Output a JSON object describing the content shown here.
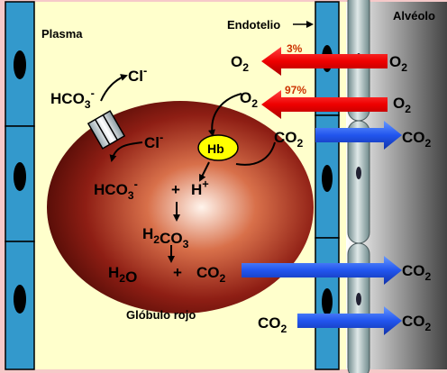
{
  "regions": {
    "plasma": "Plasma",
    "endothelium": "Endotelio",
    "alveolus": "Alvéolo",
    "red_cell": "Glóbulo rojo"
  },
  "labels": {
    "hco3_top": "HCO3-",
    "cl_top": "Cl-",
    "cl_inner": "Cl-",
    "hb": "Hb",
    "hco3_inner": "HCO3-",
    "plus_1": "+",
    "h_ion": "H+",
    "h2co3": "H2CO3",
    "h2o": "H2O",
    "plus_2": "+",
    "co2_inner": "CO2",
    "co2_hb": "CO2",
    "co2_plasma": "CO2",
    "o2_top_left": "O2",
    "o2_top_right": "O2",
    "o2_mid_left": "O2",
    "o2_mid_right": "O2",
    "co2_out_1": "CO2",
    "co2_out_2": "CO2",
    "co2_out_3": "CO2"
  },
  "percentages": {
    "o2_dissolved": "3%",
    "o2_hb": "97%"
  },
  "colors": {
    "plasma": "#ffffcc",
    "endothelium": "#3399cc",
    "alveolus_dark": "#777777",
    "o2_arrow": "#ff0000",
    "co2_arrow": "#3366ff",
    "hb_fill": "#ffff00",
    "percent_text": "#cc3300"
  }
}
